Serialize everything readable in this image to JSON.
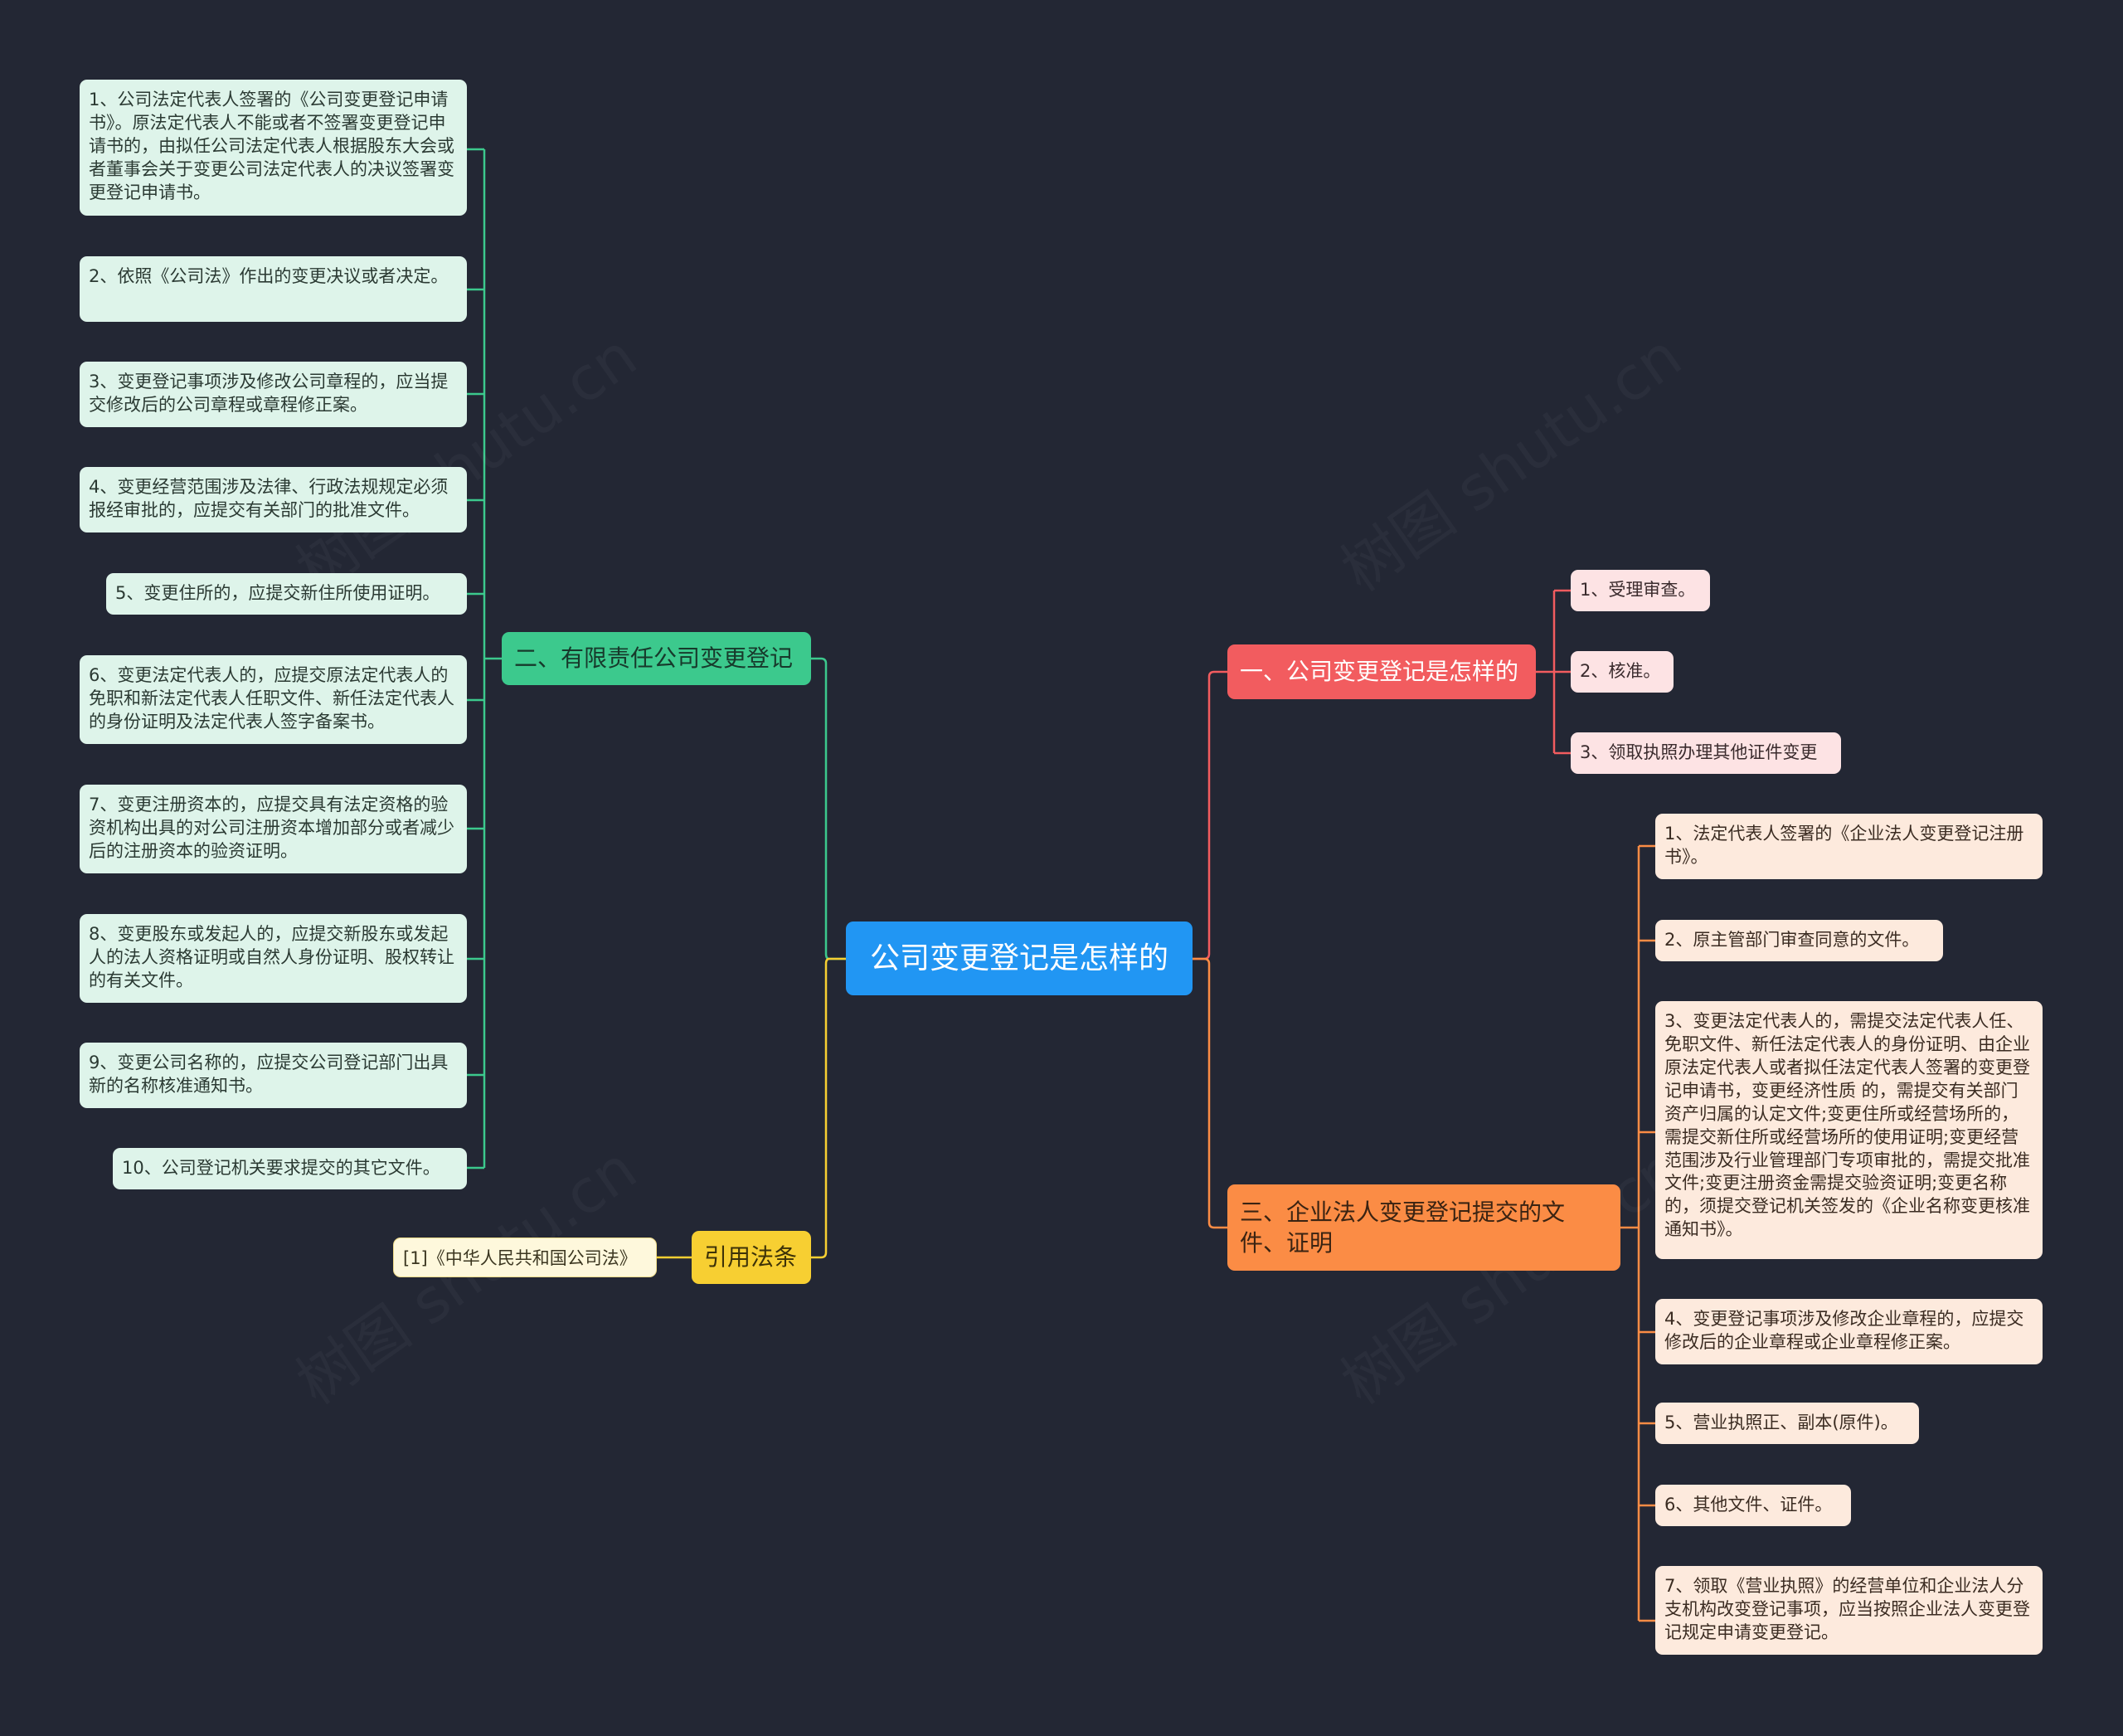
{
  "root": "公司变更登记是怎样的",
  "watermark": "树图 shutu.cn",
  "colors": {
    "background": "#232734",
    "root": "#2196f3",
    "green": "#3cc98d",
    "red": "#f25c5f",
    "orange": "#fb8c45",
    "yellow": "#f7cf32"
  },
  "branches": {
    "limited_company": {
      "label": "二、有限责任公司变更登记",
      "items": [
        "1、公司法定代表人签署的《公司变更登记申请书》。原法定代表人不能或者不签署变更登记申请书的，由拟任公司法定代表人根据股东大会或者董事会关于变更公司法定代表人的决议签署变更登记申请书。",
        "2、依照《公司法》作出的变更决议或者决定。",
        "3、变更登记事项涉及修改公司章程的，应当提交修改后的公司章程或章程修正案。",
        "4、变更经营范围涉及法律、行政法规规定必须报经审批的，应提交有关部门的批准文件。",
        "5、变更住所的，应提交新住所使用证明。",
        "6、变更法定代表人的，应提交原法定代表人的免职和新法定代表人任职文件、新任法定代表人的身份证明及法定代表人签字备案书。",
        "7、变更注册资本的，应提交具有法定资格的验资机构出具的对公司注册资本增加部分或者减少后的注册资本的验资证明。",
        "8、变更股东或发起人的，应提交新股东或发起人的法人资格证明或自然人身份证明、股权转让的有关文件。",
        "9、变更公司名称的，应提交公司登记部门出具新的名称核准通知书。",
        "10、公司登记机关要求提交的其它文件。"
      ]
    },
    "citation": {
      "label": "引用法条",
      "items": [
        "[1]《中华人民共和国公司法》"
      ]
    },
    "how": {
      "label": "一、公司变更登记是怎样的",
      "items": [
        "1、受理审查。",
        "2、核准。",
        "3、领取执照办理其他证件变更"
      ]
    },
    "enterprise": {
      "label": "三、企业法人变更登记提交的文件、证明",
      "items": [
        "1、法定代表人签署的《企业法人变更登记注册书》。",
        "2、原主管部门审查同意的文件。",
        "3、变更法定代表人的，需提交法定代表人任、免职文件、新任法定代表人的身份证明、由企业原法定代表人或者拟任法定代表人签署的变更登记申请书，变更经济性质 的，需提交有关部门资产归属的认定文件;变更住所或经营场所的，需提交新住所或经营场所的使用证明;变更经营范围涉及行业管理部门专项审批的，需提交批准 文件;变更注册资金需提交验资证明;变更名称的，须提交登记机关签发的《企业名称变更核准通知书》。",
        "4、变更登记事项涉及修改企业章程的，应提交修改后的企业章程或企业章程修正案。",
        "5、营业执照正、副本(原件)。",
        "6、其他文件、证件。",
        "7、领取《营业执照》的经营单位和企业法人分支机构改变登记事项，应当按照企业法人变更登记规定申请变更登记。"
      ]
    }
  }
}
